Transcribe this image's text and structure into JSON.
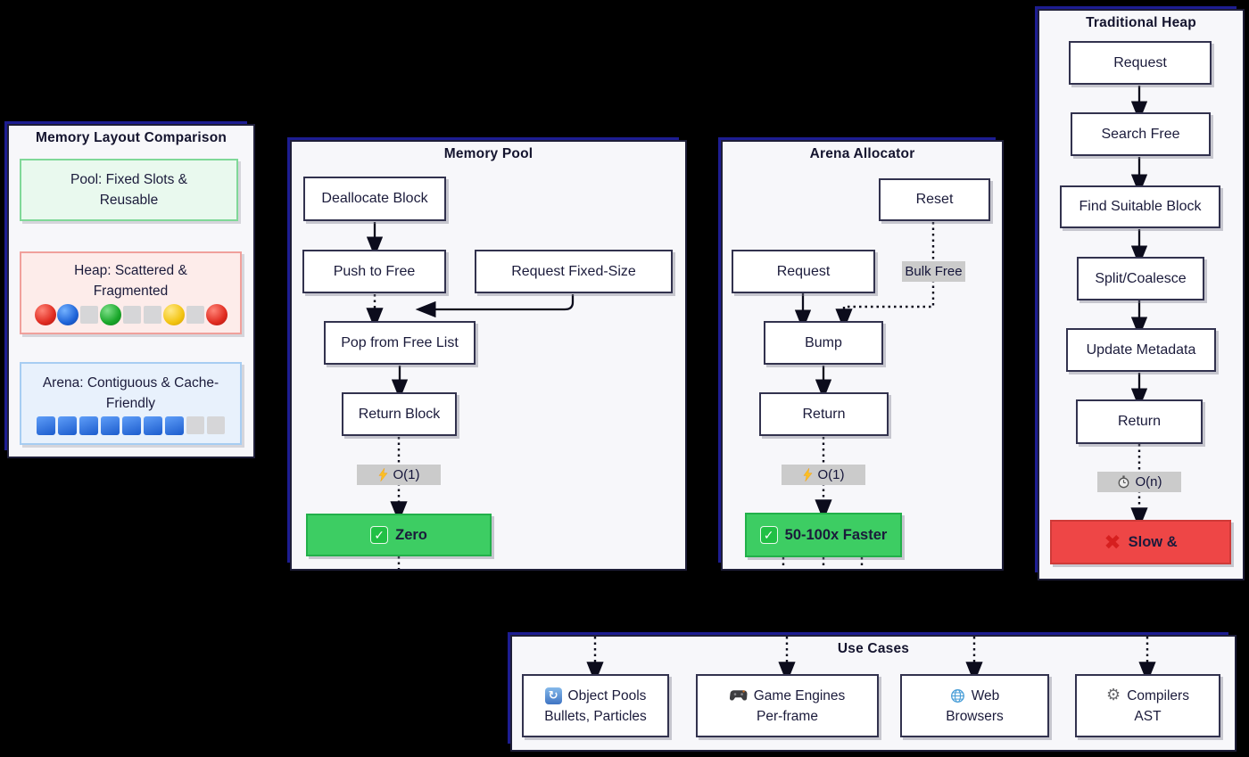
{
  "comparison": {
    "title": "Memory Layout Comparison",
    "pool_label": "Pool: Fixed Slots &\nReusable",
    "heap_label": "Heap: Scattered &\nFragmented",
    "heap_cells": [
      "red-circle",
      "blue-circle",
      "gray-square",
      "green-circle",
      "gray-square",
      "gray-square",
      "yellow-circle",
      "gray-square",
      "red-circle"
    ],
    "arena_label": "Arena: Contiguous & Cache-\nFriendly",
    "arena_cells": [
      "blue-square",
      "blue-square",
      "blue-square",
      "blue-square",
      "blue-square",
      "blue-square",
      "blue-square",
      "gray-square",
      "gray-square"
    ]
  },
  "memory_pool": {
    "title": "Memory Pool",
    "deallocate": "Deallocate Block",
    "push": "Push to Free",
    "request": "Request Fixed-Size",
    "pop": "Pop from Free List",
    "return": "Return Block",
    "complexity": "O(1)",
    "result": "Zero"
  },
  "arena": {
    "title": "Arena Allocator",
    "reset": "Reset",
    "request": "Request",
    "bulk_free": "Bulk Free",
    "bump": "Bump",
    "return": "Return",
    "complexity": "O(1)",
    "result": "50-100x Faster"
  },
  "heap": {
    "title": "Traditional Heap",
    "request": "Request",
    "search": "Search Free",
    "find": "Find Suitable Block",
    "split": "Split/Coalesce",
    "update": "Update Metadata",
    "return": "Return",
    "complexity": "O(n)",
    "result": "Slow &"
  },
  "use_cases": {
    "title": "Use Cases",
    "items": [
      {
        "icon": "refresh-icon",
        "line1": "Object Pools",
        "line2": "Bullets, Particles"
      },
      {
        "icon": "gamepad-icon",
        "line1": "Game Engines",
        "line2": "Per-frame"
      },
      {
        "icon": "globe-icon",
        "line1": "Web",
        "line2": "Browsers"
      },
      {
        "icon": "gear-icon",
        "line1": "Compilers",
        "line2": "AST"
      }
    ]
  },
  "colors": {
    "background": "#000000",
    "panel_bg": "#f7f7fa",
    "success_green": "#3dcd63",
    "failure_red": "#ee4646",
    "edge_label_gray": "#cbcbcb"
  }
}
